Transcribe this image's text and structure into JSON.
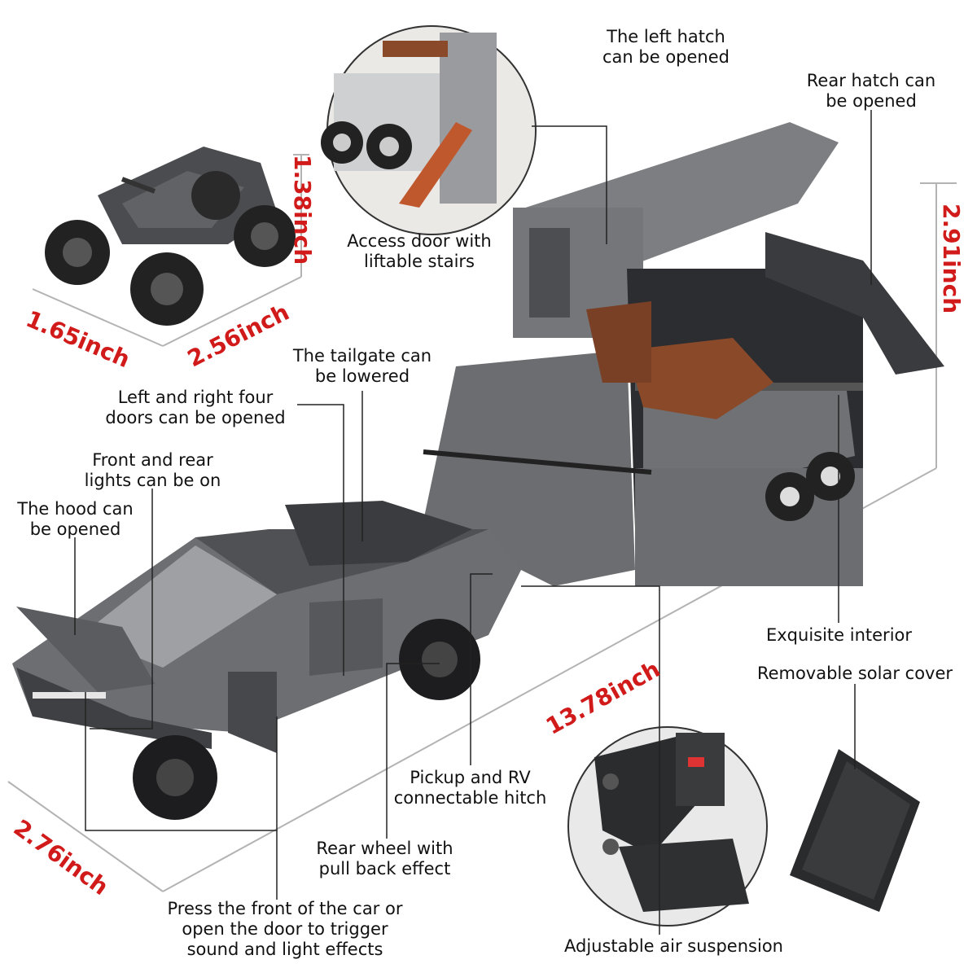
{
  "callouts": {
    "left_hatch": "The left hatch\ncan be opened",
    "rear_hatch": "Rear hatch can\nbe opened",
    "access_door": "Access door with\nliftable stairs",
    "tailgate": "The tailgate can\nbe lowered",
    "four_doors": "Left and right four\ndoors can be opened",
    "lights": "Front and rear\nlights can be on",
    "hood": "The hood can\nbe opened",
    "interior": "Exquisite interior",
    "solar_cover": "Removable solar cover",
    "hitch": "Pickup and RV\nconnectable hitch",
    "rear_wheel": "Rear wheel with\npull back effect",
    "press_front": "Press the front of the car or\nopen the door to trigger\nsound and light effects",
    "air_suspension": "Adjustable air suspension"
  },
  "dimensions": {
    "atv_height": "1.38inch",
    "atv_width": "1.65inch",
    "atv_length": "2.56inch",
    "rv_height": "2.91inch",
    "total_length": "13.78inch",
    "truck_width": "2.76inch"
  },
  "colors": {
    "dimension_text": "#d11a1a",
    "body_gray": "#6b6d70",
    "interior_brown": "#8a4a2a"
  }
}
